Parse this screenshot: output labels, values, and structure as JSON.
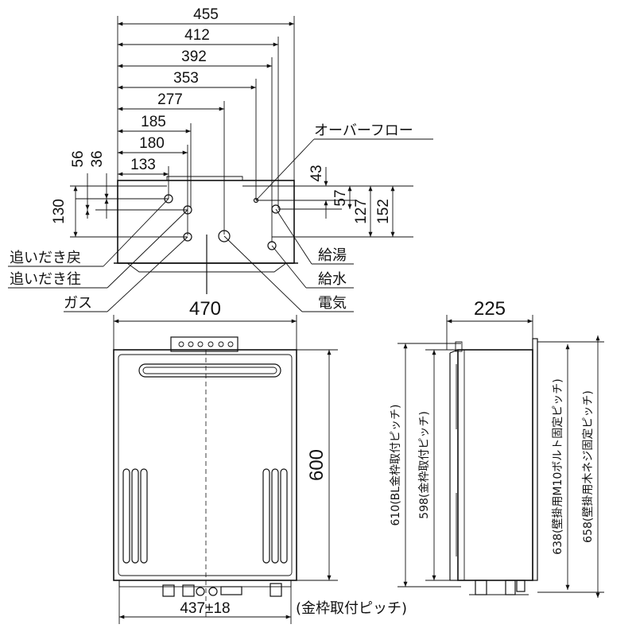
{
  "top_view": {
    "width_dims": [
      "455",
      "412",
      "392",
      "353",
      "277",
      "185",
      "180",
      "133"
    ],
    "left_dims": [
      "56",
      "36",
      "130"
    ],
    "right_dims": [
      "43",
      "57",
      "127",
      "152"
    ],
    "labels": {
      "overflow": "オーバーフロー",
      "reheat_return": "追いだき戻",
      "reheat_supply": "追いだき往",
      "gas": "ガス",
      "hot_water": "給湯",
      "water_supply": "給水",
      "electric": "電気"
    }
  },
  "front_view": {
    "width": "470",
    "height": "600",
    "pitch": "437±18",
    "pitch_note": "(金枠取付ピッチ)"
  },
  "side_view": {
    "depth": "225",
    "dim_610": "610(BL金枠取付ピッチ)",
    "dim_598": "598(金枠取付ピッチ)",
    "dim_638": "638(壁掛用M10ボルト固定ピッチ)",
    "dim_658": "658(壁掛用木ネジ固定ピッチ)"
  }
}
